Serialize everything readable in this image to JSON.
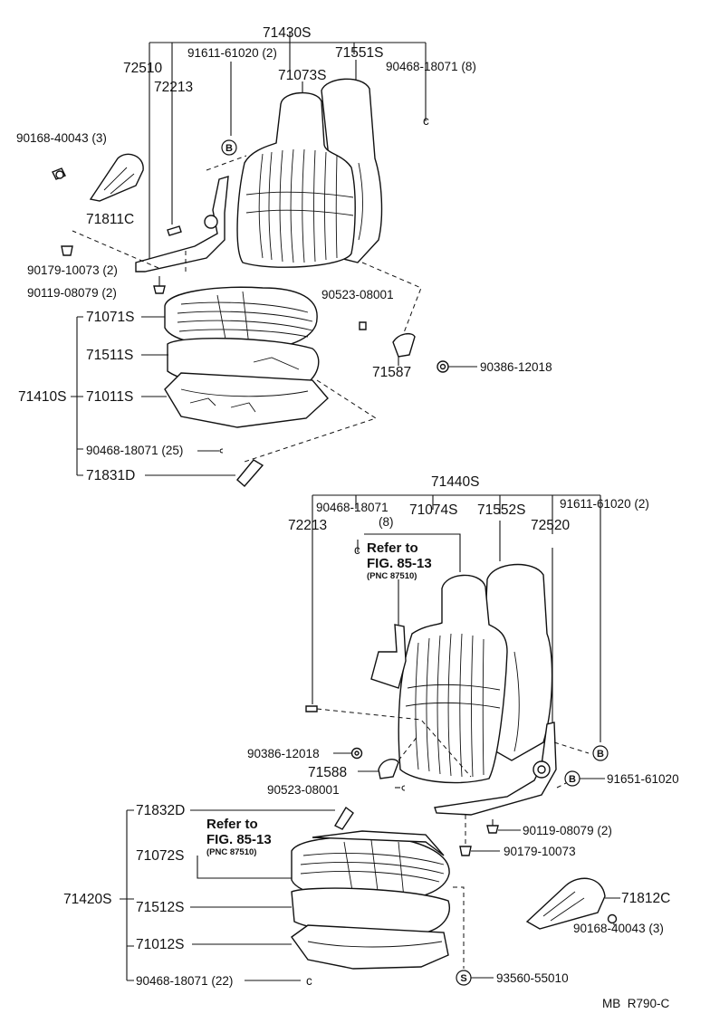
{
  "diagram": {
    "upper_assembly": {
      "assembly_no": "71430S",
      "parts": {
        "frame_hinge": "72510",
        "adjuster": "72213",
        "screw": "91611-61020 (2)",
        "back_assy": "71073S",
        "back_pad": "71551S",
        "clip": "90468-18071 (8)",
        "bolt": "90168-40043 (3)",
        "cover": "71811C",
        "bushing": "90179-10073 (2)",
        "washer_bolt": "90119-08079 (2)",
        "hog_ring": "90523-08001",
        "shield": "71587",
        "nut": "90386-12018"
      },
      "cushion": {
        "assembly_no": "71410S",
        "cover": "71071S",
        "pad": "71511S",
        "frame": "71011S",
        "clip": "90468-18071 (25)",
        "shield": "71831D"
      },
      "mark": "B"
    },
    "lower_assembly": {
      "assembly_no": "71440S",
      "parts": {
        "clip_line1": "90468-18071",
        "clip_line2": "(8)",
        "back_assy": "71074S",
        "back_pad": "71552S",
        "screw": "91611-61020 (2)",
        "adjuster": "72213",
        "frame_hinge": "72520",
        "nut": "90386-12018",
        "shield": "71588",
        "hog_ring": "90523-08001",
        "bolt_b": "91651-61020",
        "washer_bolt": "90119-08079 (2)",
        "bushing": "90179-10073",
        "cover": "71812C",
        "bolt": "90168-40043 (3)"
      },
      "reference": {
        "line1": "Refer to",
        "line2": "FIG. 85-13",
        "line3": "(PNC 87510)"
      },
      "cushion": {
        "assembly_no": "71420S",
        "shield": "71832D",
        "cover": "71072S",
        "pad": "71512S",
        "frame": "71012S",
        "clip": "90468-18071 (22)",
        "reference": {
          "line1": "Refer to",
          "line2": "FIG. 85-13",
          "line3": "(PNC 87510)"
        }
      },
      "marks": {
        "b": "B",
        "s": "S"
      },
      "screw_s": "93560-55010"
    },
    "footer": {
      "code": "MB  R790-C"
    }
  }
}
